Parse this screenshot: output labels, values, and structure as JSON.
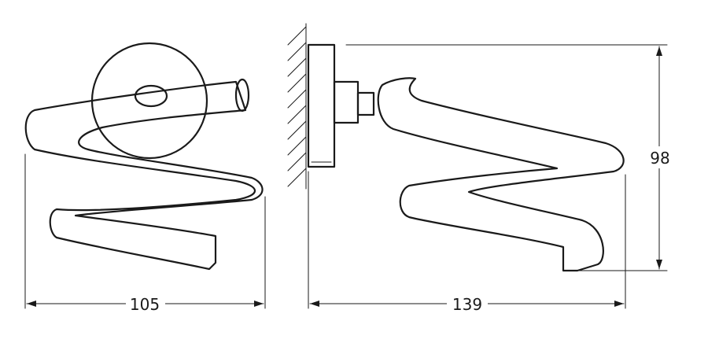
{
  "dimensions": {
    "width_front": "105",
    "width_side": "139",
    "height_side": "98"
  }
}
